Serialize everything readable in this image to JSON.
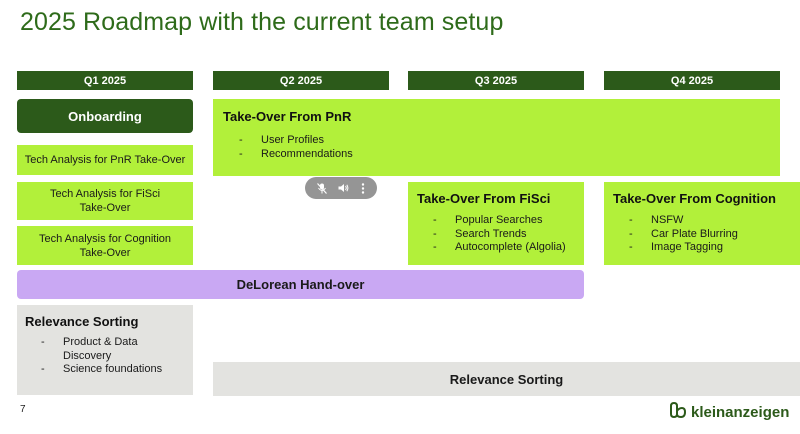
{
  "slide": {
    "title": "2025 Roadmap with the current team setup",
    "page_number": "7"
  },
  "quarters": [
    "Q1 2025",
    "Q2 2025",
    "Q3 2025",
    "Q4 2025"
  ],
  "q1": {
    "onboarding": "Onboarding",
    "tech_pnr": "Tech Analysis for PnR Take-Over",
    "tech_fisci_line1": "Tech Analysis for FiSci",
    "tech_fisci_line2": "Take-Over",
    "tech_cognition_line1": "Tech Analysis for Cognition",
    "tech_cognition_line2": "Take-Over"
  },
  "takeover_pnr": {
    "title": "Take-Over From PnR",
    "items": [
      "User Profiles",
      "Recommendations"
    ]
  },
  "takeover_fisci": {
    "title": "Take-Over From FiSci",
    "items": [
      "Popular Searches",
      "Search Trends",
      "Autocomplete (Algolia)"
    ]
  },
  "takeover_cognition": {
    "title": "Take-Over From Cognition",
    "items": [
      "NSFW",
      "Car Plate Blurring",
      "Image Tagging"
    ]
  },
  "delorean": "DeLorean Hand-over",
  "relevance_left": {
    "title": "Relevance Sorting",
    "items": [
      "Product & Data Discovery",
      "Science foundations"
    ]
  },
  "relevance_right": "Relevance Sorting",
  "logo": {
    "text": "kleinanzeigen",
    "color": "#2c5a1a"
  },
  "colors": {
    "dark_green": "#2c5a1a",
    "lime": "#b2f03a",
    "lavender": "#c9a8f3",
    "gray": "#e3e3e0",
    "title_green": "#2e6b1a"
  },
  "media_controls": [
    "mic-off-icon",
    "volume-icon",
    "more-icon"
  ]
}
